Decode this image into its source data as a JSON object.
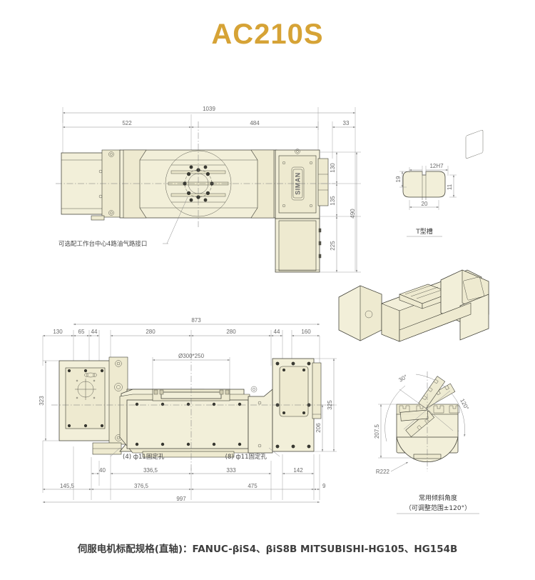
{
  "title": "AC210S",
  "footer_note": "伺服电机标配规格(直轴)：FANUC-βiS4、βiS8B  MITSUBISHI-HG105、HG154B",
  "top_view": {
    "annotation": "可选配工作台中心4路油气路接口",
    "dimensions": {
      "overall_length": "1039",
      "left_segment": "522",
      "right_segment": "484",
      "end_segment": "33",
      "upper_height": "130",
      "lower_height": "135",
      "base_height": "225",
      "overall_height": "490"
    }
  },
  "tslot_detail": {
    "caption": "T型槽",
    "dimensions": {
      "slot_width": "12H7",
      "depth_left": "19",
      "depth_right": "11",
      "base_width": "20"
    }
  },
  "plan_view": {
    "bore_label": "Ø300*250",
    "hole_callout_left": "(4) ф11固定孔",
    "hole_callout_right": "(8) ф11固定孔",
    "dimensions": {
      "span": "873",
      "seg_130": "130",
      "seg_65": "65",
      "seg_44a": "44",
      "seg_280a": "280",
      "seg_280b": "280",
      "seg_44b": "44",
      "seg_160": "160",
      "height_left": "323",
      "height_right": "325",
      "height_inner": "206",
      "seg_40": "40",
      "seg_336_5": "336,5",
      "seg_333": "333",
      "seg_142": "142",
      "seg_145_5": "145,5",
      "seg_376_5": "376,5",
      "seg_475": "475",
      "seg_9": "9",
      "overall": "997"
    }
  },
  "tilt_diagram": {
    "caption_line1": "常用倾斜角度",
    "caption_line2": "（可调整范围±120°）",
    "angle_left": "30°",
    "angle_right": "120°",
    "height": "207.5",
    "radius": "R222"
  },
  "colors": {
    "title": "#d6a336",
    "body_fill": "#f2efd9",
    "outline": "#3c3c33",
    "dimension": "#8a8a8a"
  }
}
